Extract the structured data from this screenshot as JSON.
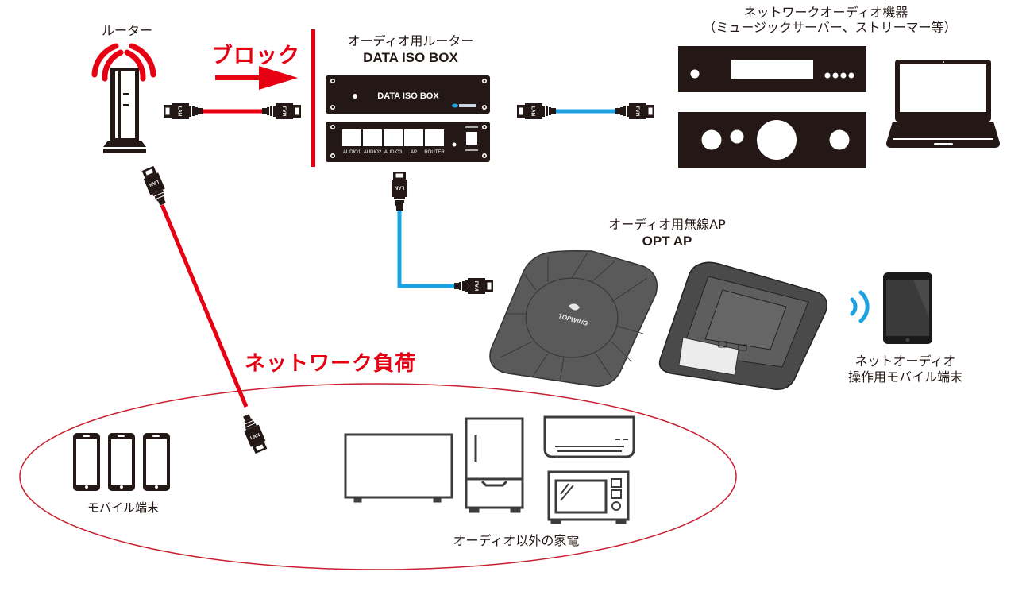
{
  "diagram": {
    "router": {
      "label": "ルーター"
    },
    "block": {
      "label": "ブロック"
    },
    "data_iso_box": {
      "label_jp": "オーディオ用ルーター",
      "label_en": "DATA ISO BOX",
      "front_text": "DATA ISO BOX",
      "ports": [
        "AUDIO1",
        "AUDIO2",
        "AUDIO3",
        "AP",
        "ROUTER"
      ]
    },
    "network_audio": {
      "label_line1": "ネットワークオーディオ機器",
      "label_line2": "（ミュージックサーバー、ストリーマー等）"
    },
    "opt_ap": {
      "label_jp": "オーディオ用無線AP",
      "label_en": "OPT AP",
      "brand": "TOPWING"
    },
    "control_device": {
      "label_line1": "ネットオーディオ",
      "label_line2": "操作用モバイル端末"
    },
    "network_load": {
      "label": "ネットワーク負荷"
    },
    "mobile_devices": {
      "label": "モバイル端末"
    },
    "home_appliances": {
      "label": "オーディオ以外の家電"
    },
    "cable": {
      "connector_label": "LAN"
    },
    "colors": {
      "red": "#e60012",
      "blue": "#1ea1e0",
      "dark": "#231815",
      "ap_gray": "#555555",
      "ellipse": "#c8202e"
    }
  }
}
